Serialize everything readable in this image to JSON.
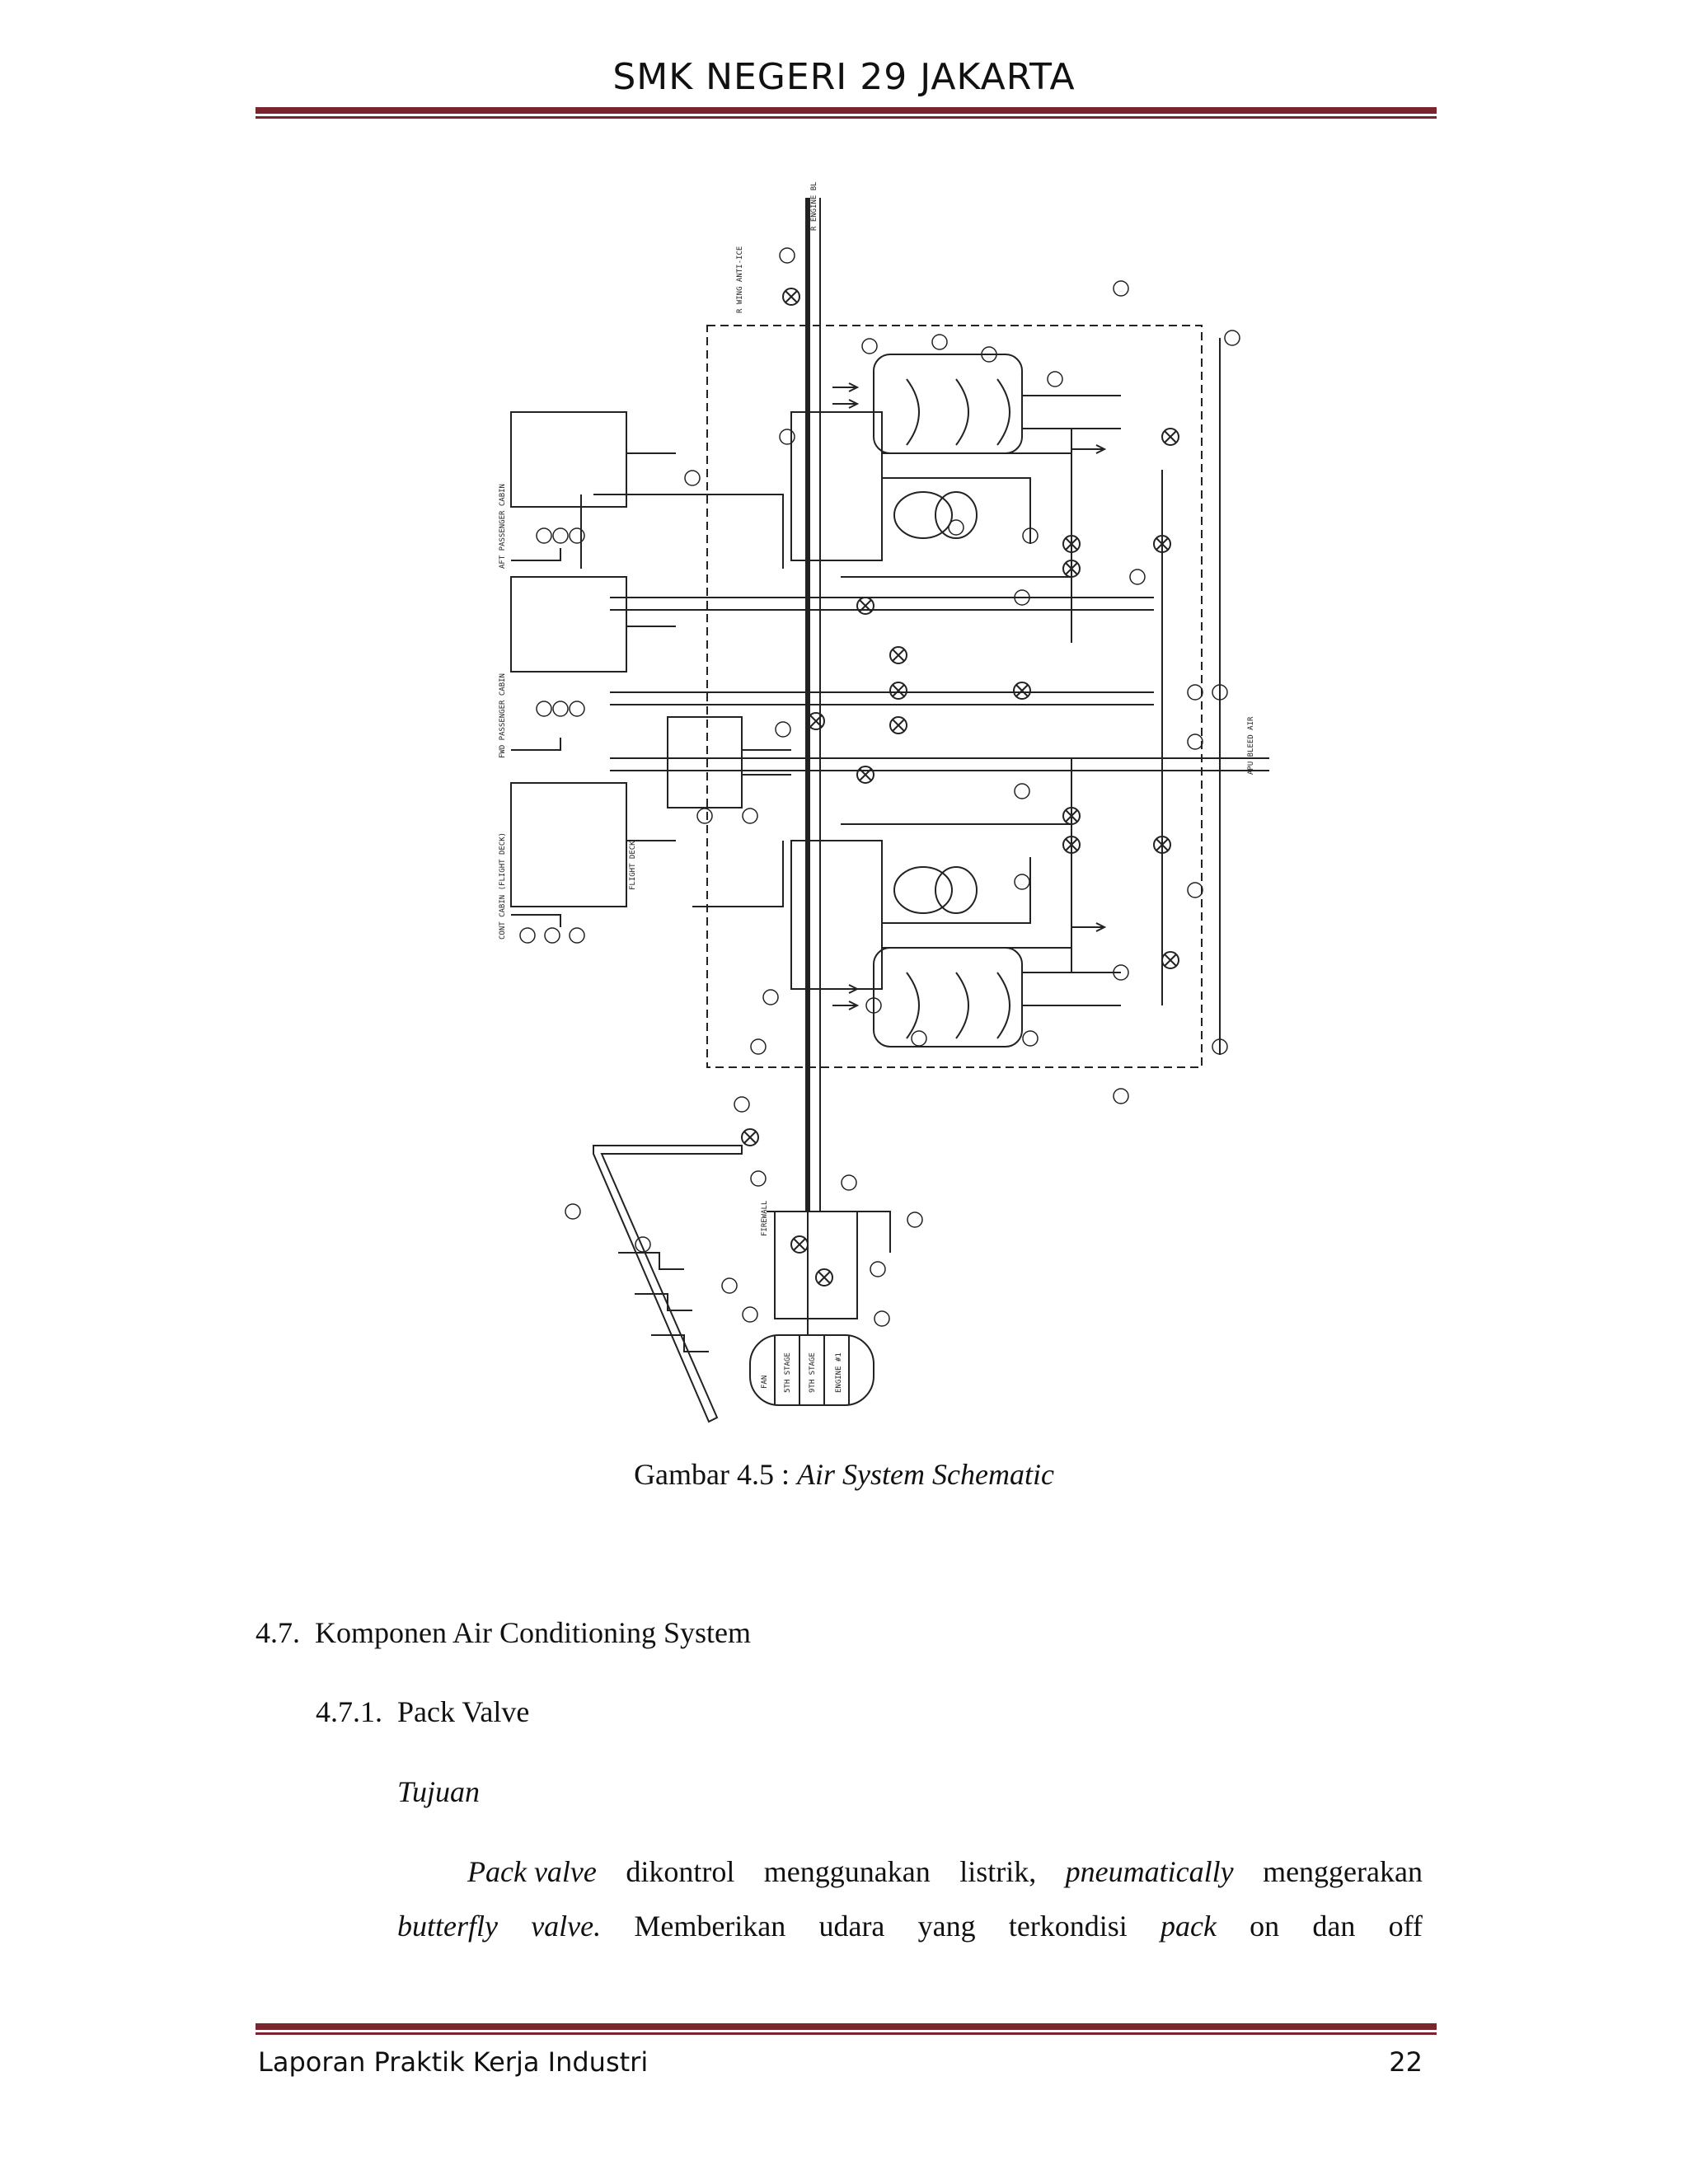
{
  "header": {
    "title": "SMK NEGERI 29 JAKARTA"
  },
  "figure": {
    "caption_prefix": "Gambar 4.5 : ",
    "caption_title": "Air System Schematic",
    "labels": {
      "engine_bleed": "R ENGINE BLEED AIR",
      "wing_anti_ice": "R WING ANTI-ICE",
      "aft_cabin": "AFT PASSENGER CABIN",
      "fwd_cabin": "FWD PASSENGER CABIN",
      "cont_cabin": "CONT CABIN (FLIGHT DECK)",
      "flight_deck": "FLIGHT DECK",
      "apu_bleed": "APU BLEED AIR",
      "firewall": "FIREWALL",
      "engine_stages": [
        "FAN",
        "5TH STAGE",
        "9TH STAGE",
        "ENGINE #1"
      ]
    }
  },
  "section": {
    "heading_number": "4.7.",
    "heading_text": "Komponen Air Conditioning System",
    "sub_number": "4.7.1.",
    "sub_text": "Pack Valve",
    "subhead": "Tujuan",
    "line1": {
      "w1": "Pack valve",
      "w2": "dikontrol",
      "w3": "menggunakan",
      "w4": "listrik,",
      "w5": "pneumatically",
      "w6": "menggerakan"
    },
    "line2": {
      "w1": "butterfly",
      "w2": "valve.",
      "w3": "Memberikan",
      "w4": "udara",
      "w5": "yang",
      "w6": "terkondisi",
      "w7": "pack",
      "w8": "on",
      "w9": "dan",
      "w10": "off"
    }
  },
  "footer": {
    "left": "Laporan Praktik Kerja Industri",
    "page_number": "22"
  }
}
